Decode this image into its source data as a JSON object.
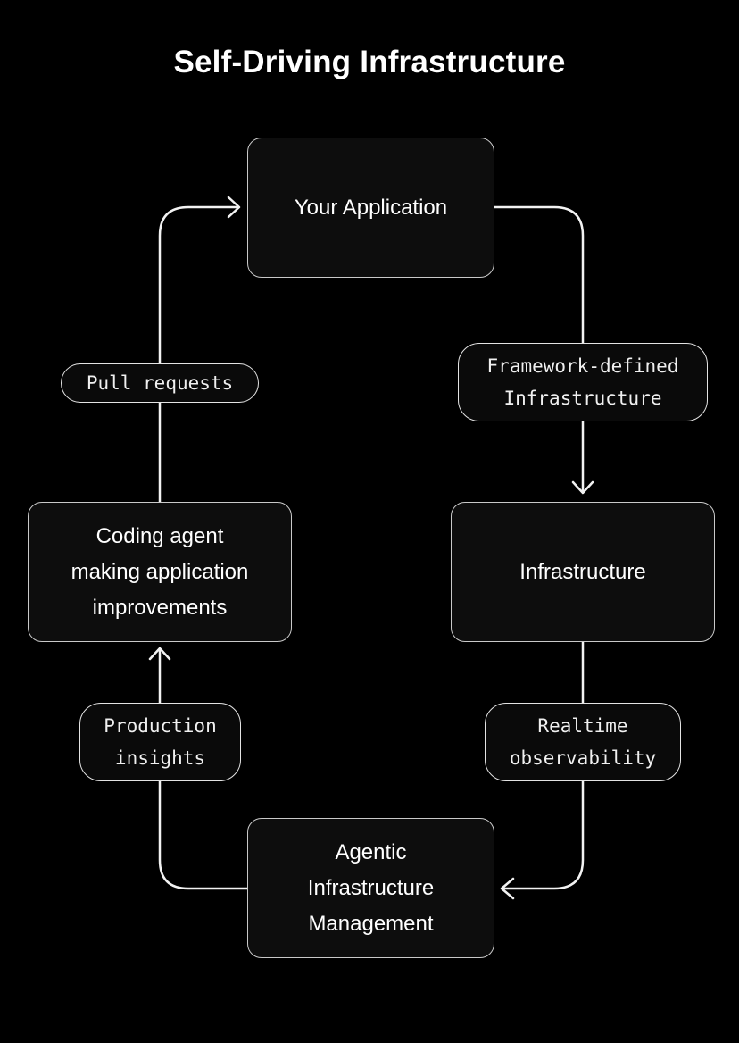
{
  "title": "Self-Driving Infrastructure",
  "nodes": {
    "application": {
      "label": "Your Application"
    },
    "infrastructure": {
      "label": "Infrastructure"
    },
    "coding_agent": {
      "label": "Coding agent\nmaking application\nimprovements"
    },
    "agentic": {
      "label": "Agentic\nInfrastructure\nManagement"
    }
  },
  "edges": {
    "framework_defined": {
      "label": "Framework-defined\nInfrastructure"
    },
    "realtime": {
      "label": "Realtime\nobservability"
    },
    "production": {
      "label": "Production\ninsights"
    },
    "pull_requests": {
      "label": "Pull requests"
    }
  },
  "flow": {
    "cycle": [
      "Your Application",
      "Infrastructure",
      "Agentic Infrastructure Management",
      "Coding agent making application improvements"
    ]
  },
  "colors": {
    "background": "#000000",
    "node_fill": "#0d0d0d",
    "node_border": "#c9c9c9",
    "chip_fill": "#0a0a0a",
    "chip_border": "#e3e3e3",
    "arrow": "#f2f2f2",
    "text": "#ffffff"
  }
}
